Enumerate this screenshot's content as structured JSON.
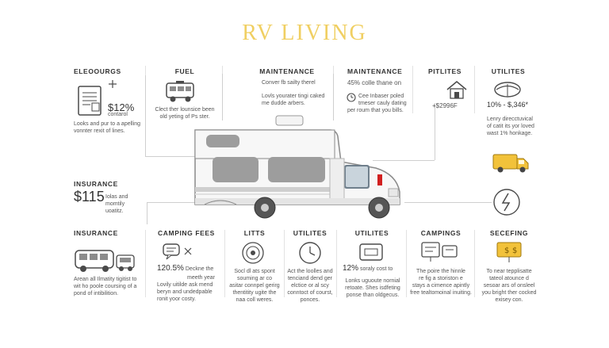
{
  "title": "RV LIVING",
  "top_row": [
    {
      "title": "ELEOOURGS",
      "value": "$12%",
      "desc": "contarol",
      "desc2": "Looks and pur to a apelling",
      "desc3": "vonnter rexit of lines."
    },
    {
      "title": "FUEL",
      "desc": "Clect ther lounsice been",
      "desc2": "old yeting of Ps ster."
    },
    {
      "title": "MAINTENANCE",
      "desc": "Conver fb sailty therel",
      "desc2": "Lovls yourater tingi caked",
      "desc3": "me dudde arbers."
    },
    {
      "title": "MAINTENANCE",
      "value": "45% colle thane on",
      "desc": "Cee Inbaser poled",
      "desc2": "tmeser cauly dating",
      "desc3": "per roum that you bills."
    },
    {
      "title": "PITLITES",
      "value": "+$2996F"
    },
    {
      "title": "UTILITES",
      "value": "10% - $,346*",
      "desc": "Lenry direcctuvical",
      "desc2": "of catit its yor loved",
      "desc3": "wast 1% honkage."
    }
  ],
  "insurance_mid": {
    "title": "INSURANCE",
    "value": "$115",
    "desc": "Iolas and",
    "desc2": "momtily",
    "desc3": "uoatitz."
  },
  "bottom_row": [
    {
      "title": "INSURANCE",
      "desc": "Arean all Ilmatity tigitist to",
      "desc2": "wit ho poole coursing of a",
      "desc3": "pond of intibilition."
    },
    {
      "title": "CAMPING FEES",
      "value": "120.5%",
      "desc": "Deckne the",
      "desc2": "Lovily uitilde ask mend",
      "desc3": "beryn and undedpable",
      "desc4": "ronit yoor costy.",
      "desc0": "meeth year"
    },
    {
      "title": "LITTS",
      "desc": "Socl dl ats spont",
      "desc2": "souming ar co",
      "desc3": "asitar connpel gerirg",
      "desc4": "thentitity ugite the",
      "desc5": "naa coll weres."
    },
    {
      "title": "UTILITES",
      "desc": "Act the loolles and",
      "desc2": "tenciand dend ger",
      "desc3": "elctice or al scy",
      "desc4": "conntoct of courst,",
      "desc5": "ponces."
    },
    {
      "title": "UTILITES",
      "value": "12%",
      "desc": "soraly cost to",
      "desc2": "Lonks uguoute nornial",
      "desc3": "retoate. Shes isdfeting",
      "desc4": "ponse than oldgecus."
    },
    {
      "title": "CAMPINGS",
      "desc": "The poire the hinnle",
      "desc2": "re fig a storiston e",
      "desc3": "stays a cimence apintly",
      "desc4": "free tealtomoinal inuiting."
    },
    {
      "title": "SECEFING",
      "desc": "To near tepplisatte",
      "desc2": "tateol atounce d",
      "desc3": "sesoar ars of onsleel",
      "desc4": "you bright ther cocked",
      "desc5": "exisey con."
    }
  ],
  "colors": {
    "accent": "#f0cf62",
    "yellow": "#f2c23a",
    "line": "#cfcfcf",
    "icon": "#4a4a4a"
  },
  "icons": [
    "clipboard-icon",
    "plus-icon",
    "van-icon",
    "house-icon",
    "umbrella-icon",
    "yellow-truck-icon",
    "bolt-icon",
    "chat-icon",
    "target-icon",
    "clock-icon",
    "wallet-icon",
    "sign-icon",
    "price-tag-icon",
    "rv-icon"
  ]
}
